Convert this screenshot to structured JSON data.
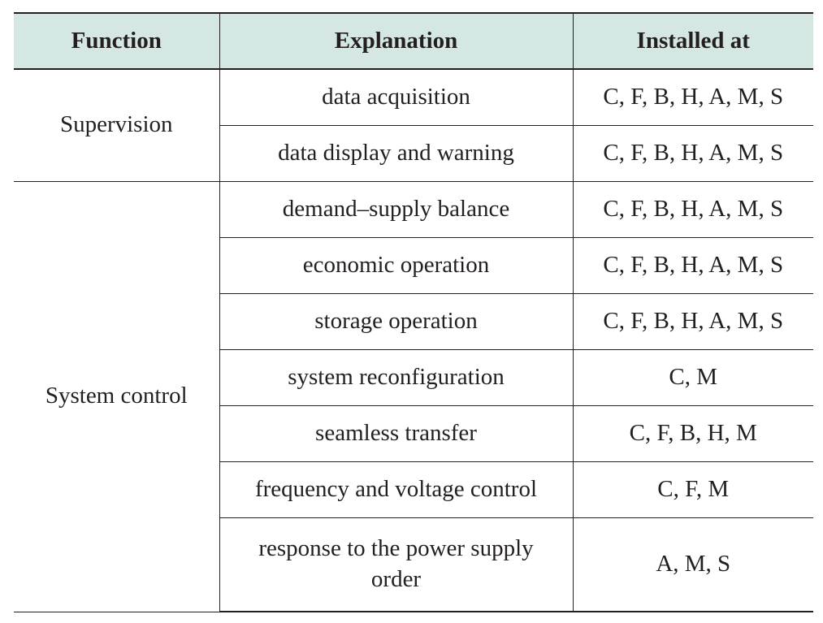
{
  "table": {
    "headers": {
      "function": "Function",
      "explanation": "Explanation",
      "installed_at": "Installed at"
    },
    "groups": [
      {
        "function": "Supervision",
        "rows": [
          {
            "explanation": "data acquisition",
            "installed_at": "C, F, B, H, A, M, S"
          },
          {
            "explanation": "data display and warning",
            "installed_at": "C, F, B, H, A, M, S"
          }
        ]
      },
      {
        "function": "System control",
        "rows": [
          {
            "explanation": "demand–supply balance",
            "installed_at": "C, F, B, H, A, M, S"
          },
          {
            "explanation": "economic operation",
            "installed_at": "C, F, B, H, A, M, S"
          },
          {
            "explanation": "storage operation",
            "installed_at": "C, F, B, H, A, M, S"
          },
          {
            "explanation": "system reconfiguration",
            "installed_at": "C, M"
          },
          {
            "explanation": "seamless transfer",
            "installed_at": "C, F, B, H, M"
          },
          {
            "explanation": "frequency and voltage control",
            "installed_at": "C, F, M"
          },
          {
            "explanation": "response to the power supply order",
            "installed_at": "A, M, S"
          }
        ]
      }
    ]
  }
}
